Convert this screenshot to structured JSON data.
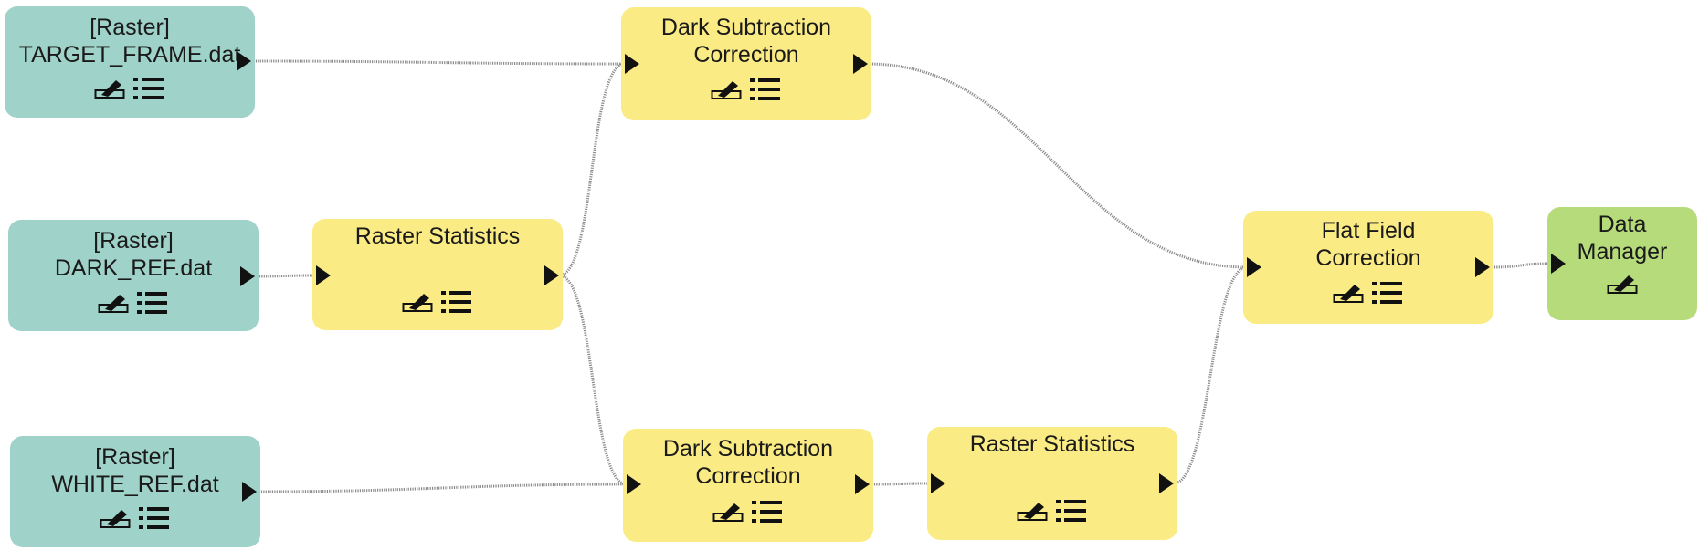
{
  "nodes": [
    {
      "id": "target",
      "kind": "input",
      "label": "[Raster]\nTARGET_FRAME.dat",
      "icons": [
        "edit-icon",
        "list-icon"
      ]
    },
    {
      "id": "dark_ref",
      "kind": "input",
      "label": "[Raster]\nDARK_REF.dat",
      "icons": [
        "edit-icon",
        "list-icon"
      ]
    },
    {
      "id": "white_ref",
      "kind": "input",
      "label": "[Raster]\nWHITE_REF.dat",
      "icons": [
        "edit-icon",
        "list-icon"
      ]
    },
    {
      "id": "raster_stats_1",
      "kind": "task",
      "label": "Raster Statistics",
      "icons": [
        "edit-icon",
        "list-icon"
      ]
    },
    {
      "id": "dark_sub_1",
      "kind": "task",
      "label": "Dark Subtraction\nCorrection",
      "icons": [
        "edit-icon",
        "list-icon"
      ]
    },
    {
      "id": "dark_sub_2",
      "kind": "task",
      "label": "Dark Subtraction\nCorrection",
      "icons": [
        "edit-icon",
        "list-icon"
      ]
    },
    {
      "id": "raster_stats_2",
      "kind": "task",
      "label": "Raster Statistics",
      "icons": [
        "edit-icon",
        "list-icon"
      ]
    },
    {
      "id": "flat_field",
      "kind": "task",
      "label": "Flat Field\nCorrection",
      "icons": [
        "edit-icon",
        "list-icon"
      ]
    },
    {
      "id": "data_manager",
      "kind": "output",
      "label": "Data\nManager",
      "icons": [
        "edit-icon"
      ]
    }
  ],
  "edges": [
    {
      "from": "target",
      "to": "dark_sub_1"
    },
    {
      "from": "dark_ref",
      "to": "raster_stats_1"
    },
    {
      "from": "raster_stats_1",
      "to": "dark_sub_1"
    },
    {
      "from": "raster_stats_1",
      "to": "dark_sub_2"
    },
    {
      "from": "white_ref",
      "to": "dark_sub_2"
    },
    {
      "from": "dark_sub_2",
      "to": "raster_stats_2"
    },
    {
      "from": "dark_sub_1",
      "to": "flat_field"
    },
    {
      "from": "raster_stats_2",
      "to": "flat_field"
    },
    {
      "from": "flat_field",
      "to": "data_manager"
    }
  ],
  "colors": {
    "input_node": "#9fd2c8",
    "task_node": "#fbeb85",
    "output_node": "#b6db7a",
    "connector": "#8a8a8a",
    "port": "#111111"
  }
}
